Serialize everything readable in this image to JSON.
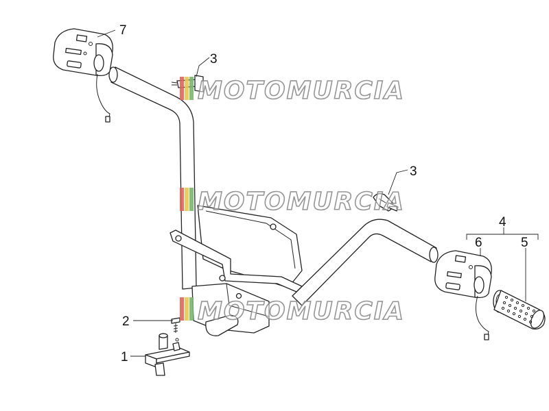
{
  "callouts": {
    "c1": "1",
    "c2": "2",
    "c3a": "3",
    "c3b": "3",
    "c4": "4",
    "c5": "5",
    "c6": "6",
    "c7": "7"
  },
  "watermarks": [
    {
      "text": "MOTOMURCIA"
    },
    {
      "text": "MOTOMURCIA"
    },
    {
      "text": "MOTOMURCIA"
    }
  ],
  "colors": {
    "line": "#222222",
    "background": "#ffffff",
    "watermark_outline": "#8a8a8a",
    "watermark_red": "#e0655c",
    "watermark_yellow": "#e9c94a",
    "watermark_green": "#79b873"
  }
}
